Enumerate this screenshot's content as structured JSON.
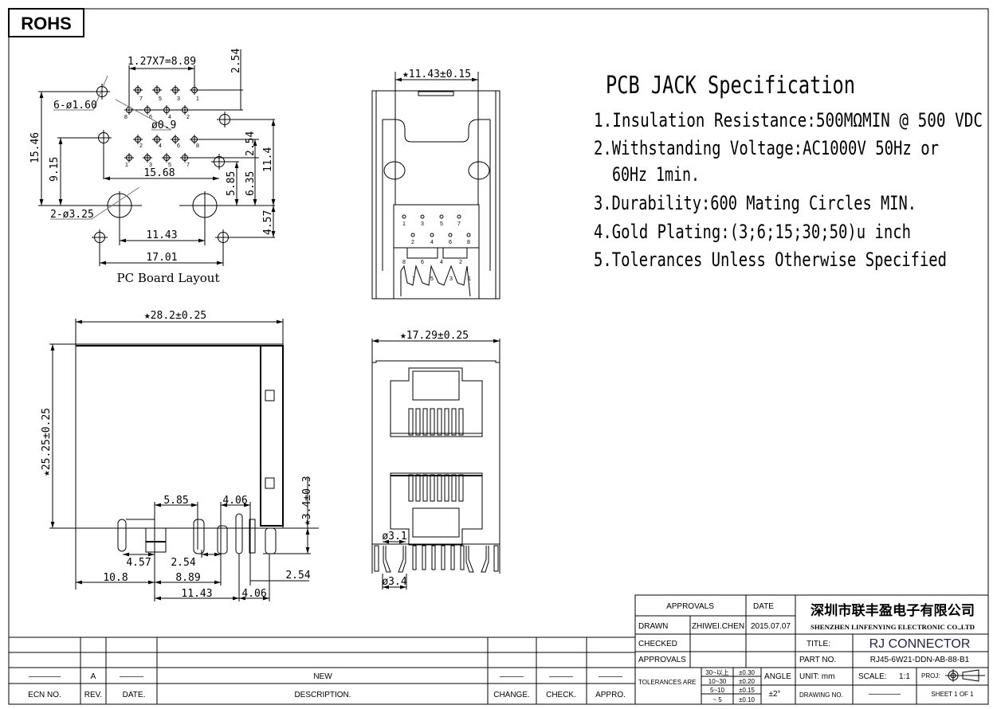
{
  "badge": "ROHS",
  "spec": {
    "title": "PCB JACK Specification",
    "lines": [
      "1.Insulation Resistance:500MΩMIN @ 500 VDC",
      "2.Withstanding Voltage:AC1000V 50Hz or",
      "60Hz 1min.",
      "3.Durability:600 Mating Circles MIN.",
      "4.Gold Plating:(3;6;15;30;50)u inch",
      "5.Tolerances Unless Otherwise Specified"
    ]
  },
  "pcb_layout": {
    "caption": "PC Board Layout",
    "dims": {
      "pitch": "1.27X7=8.89",
      "top_offset": "2.54",
      "holes_small": "6-ø1.60",
      "pin_dia": "ø0.9",
      "height_total": "15.46",
      "h915": "9.15",
      "w1568": "15.68",
      "row_pitch": "2.54",
      "h585": "5.85",
      "h635": "6.35",
      "h114": "11.4",
      "h457": "4.57",
      "holes_big": "2-ø3.25",
      "w1143": "11.43",
      "w1701": "17.01"
    },
    "pins_top_a": [
      "7",
      "5",
      "3",
      "1"
    ],
    "pins_top_b": [
      "8",
      "6",
      "4",
      "2"
    ],
    "pins_bot_a": [
      "2",
      "4",
      "6",
      "8"
    ],
    "pins_bot_b": [
      "1",
      "3",
      "5",
      "7"
    ]
  },
  "side_view": {
    "width": "★28.2±0.25",
    "height": "★25.25±0.25",
    "pin_len": "★3.4±0.3",
    "d585": "5.85",
    "d406a": "4.06",
    "d457": "4.57",
    "d254a": "2.54",
    "d108": "10.8",
    "d889": "8.89",
    "d1143": "11.43",
    "d406b": "4.06",
    "d254b": "2.54"
  },
  "top_view": {
    "width": "★11.43±0.15",
    "pins_row1": [
      "1",
      "3",
      "5",
      "7"
    ],
    "pins_row2": [
      "2",
      "4",
      "6",
      "8"
    ],
    "pins_row3": [
      "8",
      "6",
      "4",
      "2"
    ],
    "pins_row4": [
      "7",
      "5",
      "3",
      "1"
    ]
  },
  "front_view": {
    "width": "★17.29±0.25",
    "d31": "ø3.1",
    "d34": "ø3.4"
  },
  "revision_block": {
    "row": {
      "ecn": "————",
      "rev": "A",
      "date": "———",
      "description": "NEW",
      "change": "———",
      "check": "———",
      "appro": "———"
    },
    "headers": {
      "ecn": "ECN  NO.",
      "rev": "REV.",
      "date": "DATE.",
      "description": "DESCRIPTION.",
      "change": "CHANGE.",
      "check": "CHECK.",
      "appro": "APPRO."
    }
  },
  "title_block": {
    "approvals_header": "APPROVALS",
    "date_header": "DATE",
    "drawn_label": "DRAWN",
    "drawn_by": "ZHIWEI.CHEN",
    "drawn_date": "2015.07.07",
    "checked_label": "CHECKED",
    "approvals_label": "APPROVALS",
    "company_cn": "深圳市联丰盈电子有限公司",
    "company_en": "SHENZHEN LINFENYING ELECTRONIC CO.,LTD",
    "title_label": "TITLE:",
    "title": "RJ CONNECTOR",
    "part_no_label": "PART  NO.",
    "part_no": "RJ45-6W21-DDN-AB-88-B1",
    "tolerances_label": "TOLERANCES  ARE",
    "tolerances": [
      {
        "range": "30~以上",
        "tol": "±0.30"
      },
      {
        "range": "10~30",
        "tol": "±0.20"
      },
      {
        "range": "5~10",
        "tol": "±0.15"
      },
      {
        "range": "~ 5",
        "tol": "±0.10"
      }
    ],
    "angle_label": "ANGLE",
    "angle_tol": "±2°",
    "unit_label": "UNIT:  mm",
    "scale_label": "SCALE:",
    "scale": "1:1",
    "proj_label": "PROJ:",
    "drawing_no_label": "DRAWING  NO.",
    "drawing_no": "————",
    "sheet": "SHEET   1  OF  1"
  }
}
